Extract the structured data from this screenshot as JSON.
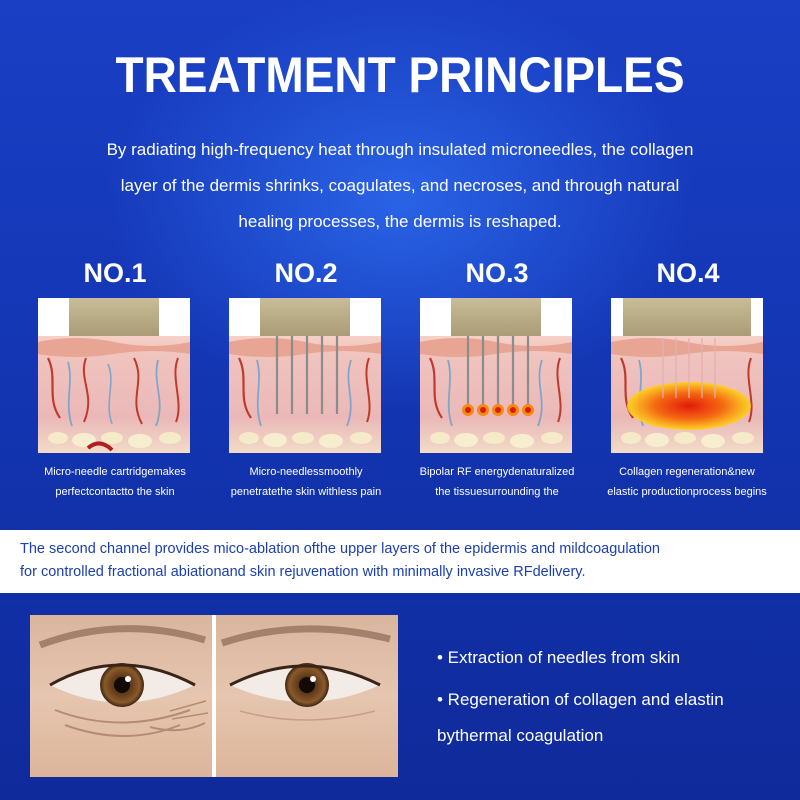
{
  "title": "TREATMENT PRINCIPLES",
  "intro": {
    "line1": "By radiating high-frequency heat through insulated microneedles, the collagen",
    "line2": "layer of the dermis shrinks, coagulates, and necroses, and through natural",
    "line3": "healing processes, the dermis is reshaped."
  },
  "steps": [
    {
      "number": "NO.1",
      "caption_line1": "Micro-needle cartridgemakes",
      "caption_line2": "perfectcontactto the skin"
    },
    {
      "number": "NO.2",
      "caption_line1": "Micro-needlessmoothly",
      "caption_line2": "penetratethe skin withless pain"
    },
    {
      "number": "NO.3",
      "caption_line1": "Bipolar RF energydenaturalized",
      "caption_line2": "the tissuesurrounding the"
    },
    {
      "number": "NO.4",
      "caption_line1": "Collagen regeneration&new",
      "caption_line2": "elastic productionprocess begins"
    }
  ],
  "band": {
    "line1": "The second channel provides mico-ablation ofthe upper layers of the epidermis and mildcoagulation",
    "line2": "for controlled fractional abiationand skin rejuvenation with minimally invasive RFdelivery."
  },
  "bullets": {
    "item1": "• Extraction of needles from skin",
    "item2": "• Regeneration of collagen and elastin",
    "item2_cont": "bythermal coagulation"
  },
  "colors": {
    "background": "#1437b6",
    "band_text": "#1b3fb0",
    "cartridge": "#b9ad8a",
    "skin": "#eec3c0",
    "heat": "#f0401e"
  }
}
